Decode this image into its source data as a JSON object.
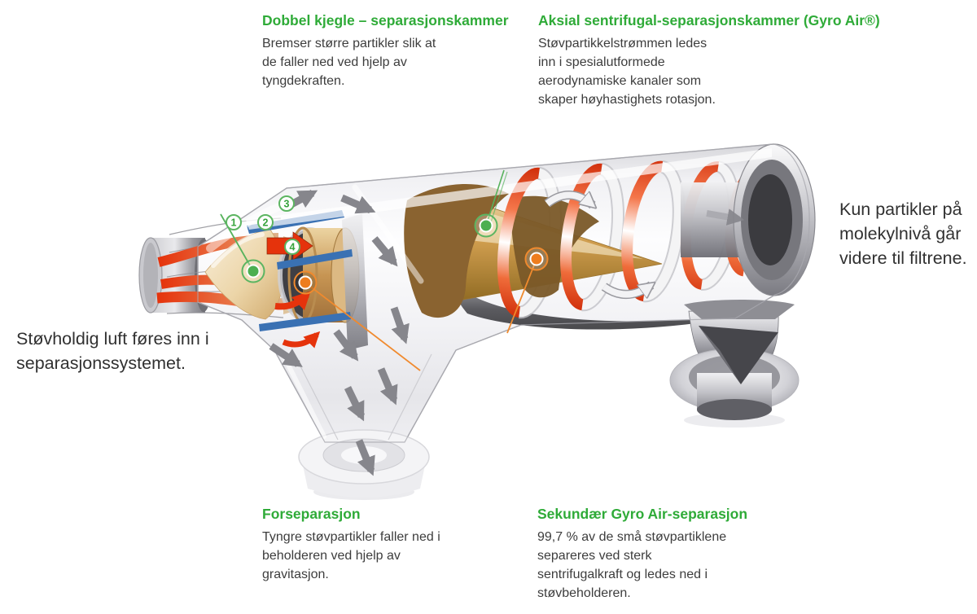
{
  "colors": {
    "accent_green": "#2fab38",
    "accent_orange": "#ee7d1e",
    "flow_red": "#e5330c",
    "fin_blue": "#3a71b3",
    "arrow_gray": "#86868c",
    "body_text": "#3d3d3d"
  },
  "callouts": {
    "top_left": {
      "heading": "Dobbel kjegle – separasjonskammer",
      "body": "Bremser større partikler slik at\nde faller ned ved hjelp av\ntyngdekraften."
    },
    "top_right": {
      "heading": "Aksial sentrifugal-separasjonskammer (Gyro Air®)",
      "body": "Støvpartikkelstrømmen ledes\ninn i spesialutformede\naerodynamiske kanaler som\nskaper høyhastighets rotasjon."
    },
    "bottom_left": {
      "heading": "Forseparasjon",
      "body": "Tyngre støvpartikler faller ned i\nbeholderen ved hjelp av\ngravitasjon."
    },
    "bottom_right": {
      "heading": "Sekundær Gyro Air-separasjon",
      "body": "99,7 % av de små støvpartiklene\nsepareres ved sterk\nsentrifugalkraft og ledes ned i\nstøvbeholderen."
    }
  },
  "notes": {
    "left": "Støvholdig luft føres inn i\nseparasjonssystemet.",
    "right": "Kun partikler på\nmolekylnivå går\nvidere til filtrene."
  },
  "markers": {
    "numbers": [
      "1",
      "2",
      "3",
      "4"
    ]
  }
}
